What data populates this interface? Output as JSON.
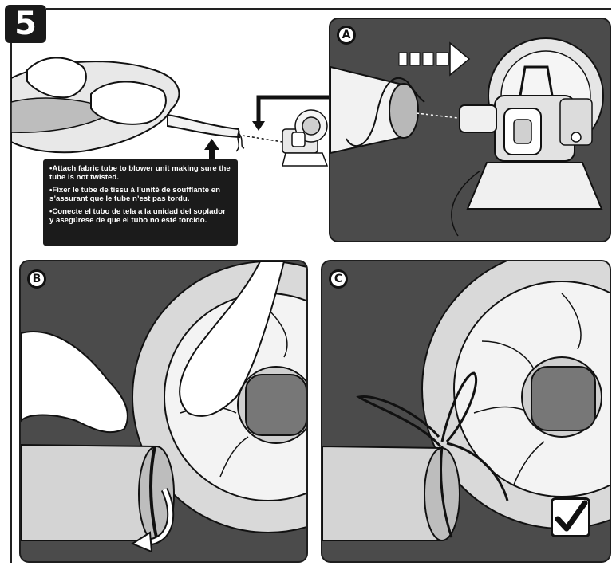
{
  "step": {
    "number": "5"
  },
  "caption": {
    "english": "Attach fabric tube to blower unit making sure the tube is not twisted.",
    "french": "Fixer le tube de tissu à l’unité de soufflante en s’assurant que le tube n’est pas tordu.",
    "spanish": "Conecte el tubo de tela a la unidad del soplador y asegúrese de que el tubo no esté torcido."
  },
  "panels": [
    {
      "label": "A"
    },
    {
      "label": "B"
    },
    {
      "label": "C"
    }
  ],
  "colors": {
    "panel_background": "#4b4b4b",
    "caption_background": "#1b1b1b",
    "outline": "#111111",
    "highlight": "#ffffff"
  },
  "icons": [
    "checkmark-icon",
    "arrow-right-icon",
    "arrow-down-icon",
    "curved-arrow-icon"
  ]
}
